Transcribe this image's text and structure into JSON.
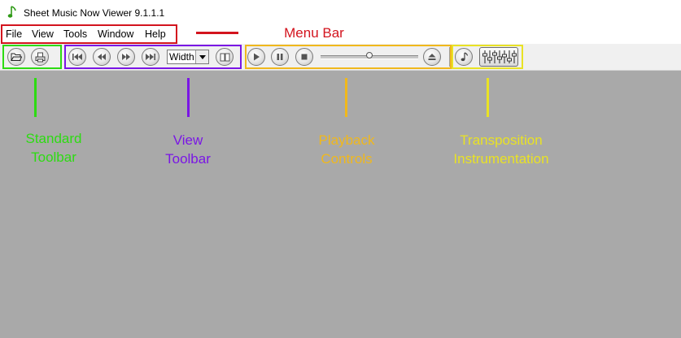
{
  "window": {
    "title": "Sheet Music Now Viewer 9.1.1.1",
    "app_icon": "music-note-icon"
  },
  "menu": {
    "items": [
      {
        "label": "File"
      },
      {
        "label": "View"
      },
      {
        "label": "Tools"
      },
      {
        "label": "Window"
      },
      {
        "label": "Help"
      }
    ]
  },
  "toolbar": {
    "standard_icons": [
      "open-folder-icon",
      "print-icon"
    ],
    "view_icons": [
      "skip-first-icon",
      "rewind-icon",
      "forward-icon",
      "skip-last-icon",
      "page-view-icon"
    ],
    "zoom_select": {
      "value": "Width"
    },
    "playback_icons": [
      "play-icon",
      "pause-icon",
      "stop-icon",
      "eject-icon"
    ],
    "playback_position": 0.5,
    "tool_icons": [
      "transpose-icon",
      "mixer-icon"
    ]
  },
  "annotations": {
    "menu_bar": "Menu Bar",
    "standard_toolbar": [
      "Standard",
      "Toolbar"
    ],
    "view_toolbar": [
      "View",
      "Toolbar"
    ],
    "playback_controls": [
      "Playback",
      "Controls"
    ],
    "transposition": [
      "Transposition",
      "Instrumentation"
    ]
  },
  "colors": {
    "menu_bar": "#d3141e",
    "standard_toolbar": "#2ddb12",
    "view_toolbar": "#7a16e5",
    "playback_controls": "#f0b81c",
    "transposition": "#e9e224",
    "workspace": "#a9a9a9"
  }
}
